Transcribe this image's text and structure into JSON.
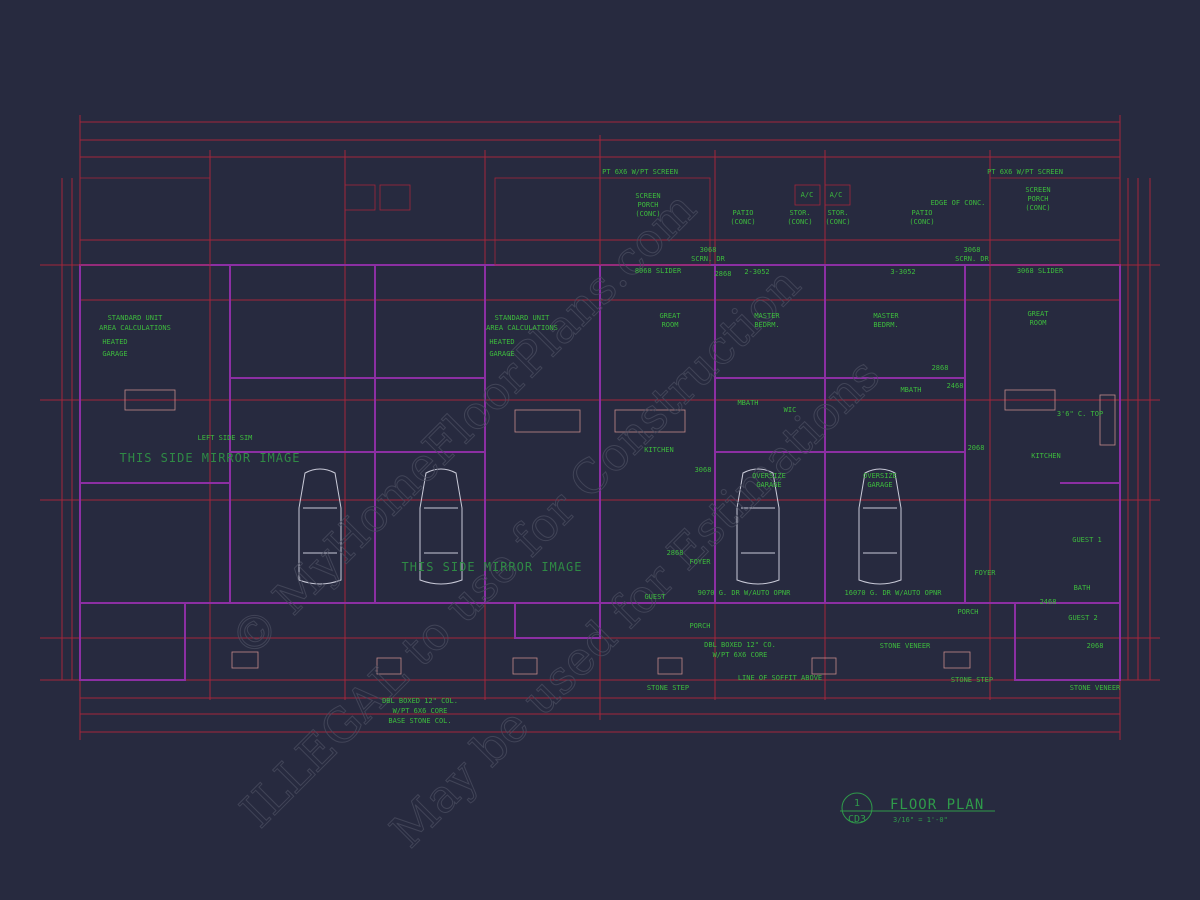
{
  "drawing": {
    "title": "FLOOR PLAN",
    "scale": "3/16\" = 1'-0\"",
    "detail_number": "1",
    "sheet": "CD3"
  },
  "watermark": {
    "line1": "© MyHomeFloorPlans.com",
    "line2": "ILLEGAL to use for Construction",
    "line3": "May be used for Estimations"
  },
  "labels": [
    "SCREEN",
    "PORCH",
    "(CONC)",
    "PATIO",
    "(CONC)",
    "STOR.",
    "(CONC)",
    "STOR.",
    "(CONC)",
    "PATIO",
    "(CONC)",
    "SCREEN",
    "PORCH",
    "(CONC)",
    "A/C",
    "A/C",
    "3068",
    "SCRN. DR",
    "3068",
    "SCRN. DR",
    "8068 SLIDER",
    "2868",
    "2-3052",
    "3-3052",
    "3068 SLIDER",
    "GREAT",
    "ROOM",
    "MASTER",
    "BEDRM.",
    "MASTER",
    "BEDRM.",
    "GREAT",
    "ROOM",
    "MBATH",
    "WIC",
    "MBATH",
    "KITCHEN",
    "KITCHEN",
    "OVERSIZE",
    "GARAGE",
    "OVERSIZE",
    "GARAGE",
    "9070 G. DR W/AUTO OPNR",
    "16070 G. DR W/AUTO OPNR",
    "FOYER",
    "FOYER",
    "GUEST 1",
    "BATH",
    "GUEST 2",
    "GUEST",
    "PORCH",
    "PORCH",
    "LEFT SIDE SIM",
    "STANDARD UNIT",
    "AREA CALCULATIONS",
    "STANDARD UNIT",
    "AREA CALCULATIONS",
    "DBL BOXED 12\" CO.",
    "W/PT 6X6 CORE",
    "LINE OF SOFFIT ABOVE",
    "STONE VENEER",
    "STONE STEP",
    "STONE STEP",
    "STONE VENEER",
    "3'6\" C. TOP",
    "EDGE OF CONC.",
    "PT 6X6 W/PT SCREEN",
    "PT 6X6 W/PT SCREEN",
    "DBL BOXED 12\" COL.",
    "W/PT 6X6 CORE",
    "BASE STONE COL.",
    "HEATED",
    "GARAGE",
    "HEATED",
    "GARAGE",
    "3068",
    "2468",
    "2468",
    "2868",
    "2868",
    "2068",
    "2068"
  ],
  "mirror_labels": [
    "THIS SIDE MIRROR IMAGE",
    "THIS SIDE MIRROR IMAGE"
  ],
  "colors": {
    "background": "#272a3f",
    "dimension": "#a3263b",
    "wall": "#8c2fa3",
    "text": "#3dbb3d",
    "vehicle": "#c9cad8"
  }
}
